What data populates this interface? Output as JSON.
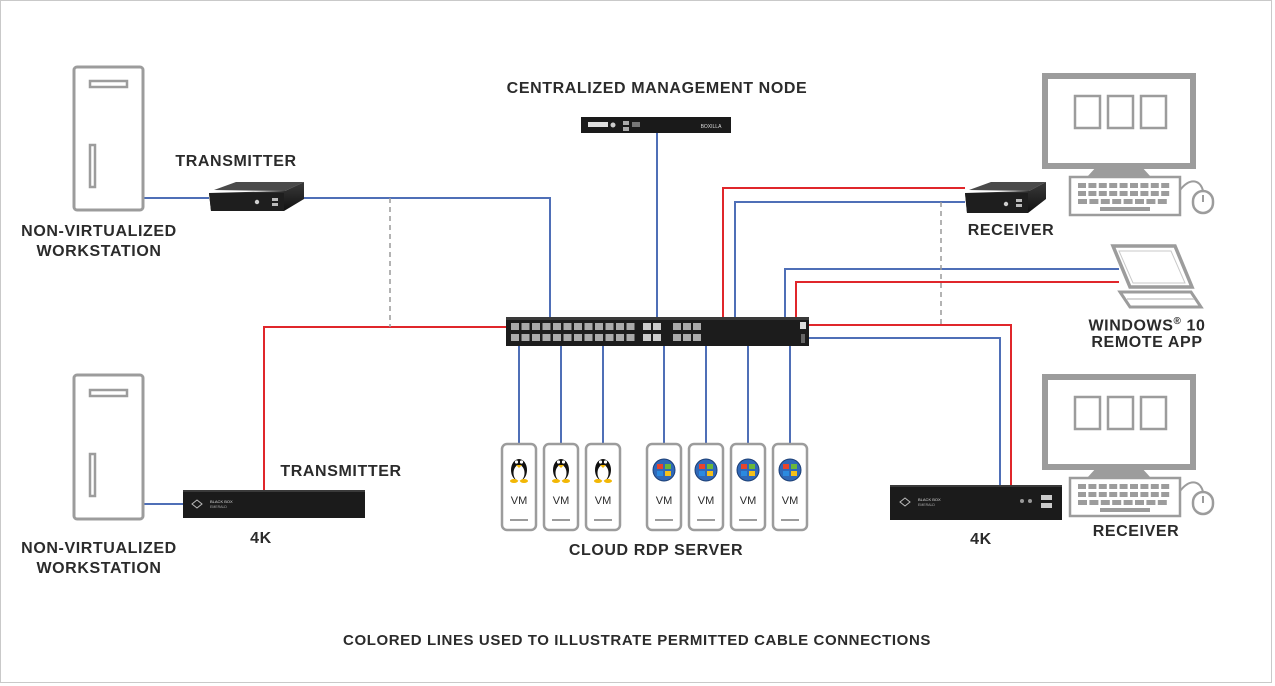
{
  "labels": {
    "management_node": "CENTRALIZED MANAGEMENT NODE",
    "transmitter_top": "TRANSMITTER",
    "workstation_top_line1": "NON-VIRTUALIZED",
    "workstation_top_line2": "WORKSTATION",
    "receiver_top": "RECEIVER",
    "windows_line1_a": "WINDOWS",
    "windows_line1_reg": "®",
    "windows_line1_b": " 10",
    "windows_line2": "REMOTE APP",
    "transmitter_bottom": "TRANSMITTER",
    "transmitter_bottom_model": "4K",
    "workstation_bottom_line1": "NON-VIRTUALIZED",
    "workstation_bottom_line2": "WORKSTATION",
    "cloud_server": "CLOUD RDP SERVER",
    "receiver_bottom": "RECEIVER",
    "receiver_bottom_model": "4K",
    "footer": "COLORED LINES USED TO ILLUSTRATE PERMITTED CABLE CONNECTIONS"
  },
  "vms": [
    {
      "os": "linux-penguin-icon",
      "label": "VM"
    },
    {
      "os": "linux-penguin-icon",
      "label": "VM"
    },
    {
      "os": "linux-penguin-icon",
      "label": "VM"
    },
    {
      "os": "windows-logo-icon",
      "label": "VM"
    },
    {
      "os": "windows-logo-icon",
      "label": "VM"
    },
    {
      "os": "windows-logo-icon",
      "label": "VM"
    },
    {
      "os": "windows-logo-icon",
      "label": "VM"
    }
  ],
  "device_text": {
    "brand": "BLACK BOX",
    "brand_sub": "EMERALD",
    "node_brand": "BOXILLA"
  },
  "colors": {
    "blue_cable": "#4f6fb7",
    "red_cable": "#e0262b",
    "dashed": "#9a9a9a",
    "outline": "#9c9c9c",
    "device": "#1b1b1b",
    "text": "#2b2b2b"
  }
}
